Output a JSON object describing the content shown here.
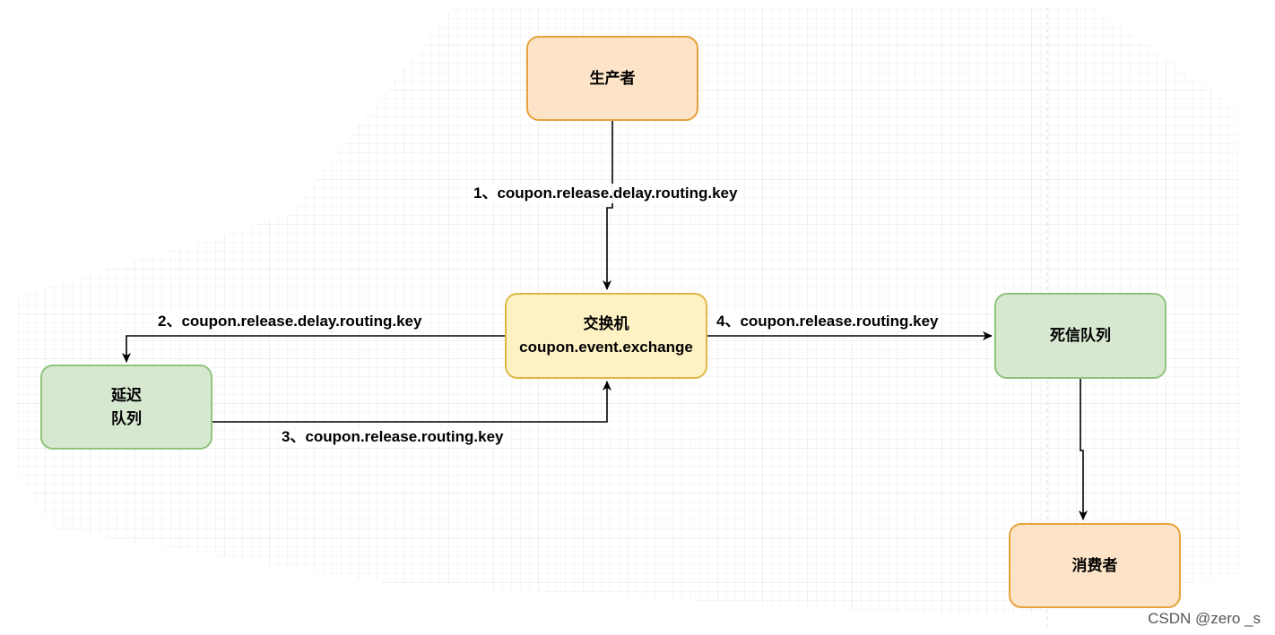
{
  "nodes": {
    "producer": {
      "label": "生产者"
    },
    "exchange": {
      "line1": "交换机",
      "line2": "coupon.event.exchange"
    },
    "delay_queue": {
      "line1": "延迟",
      "line2": "队列"
    },
    "dead_letter_queue": {
      "label": "死信队列"
    },
    "consumer": {
      "label": "消费者"
    }
  },
  "edges": {
    "step1": "1、coupon.release.delay.routing.key",
    "step2": "2、coupon.release.delay.routing.key",
    "step3": "3、coupon.release.routing.key",
    "step4": "4、coupon.release.routing.key"
  },
  "colors": {
    "orange_fill": "#fde4c8",
    "orange_stroke": "#e4a33a",
    "yellow_fill": "#fef2c4",
    "yellow_stroke": "#dfb749",
    "green_fill": "#d7e8d1",
    "green_stroke": "#8fc47c"
  },
  "watermark": "CSDN @zero _s"
}
